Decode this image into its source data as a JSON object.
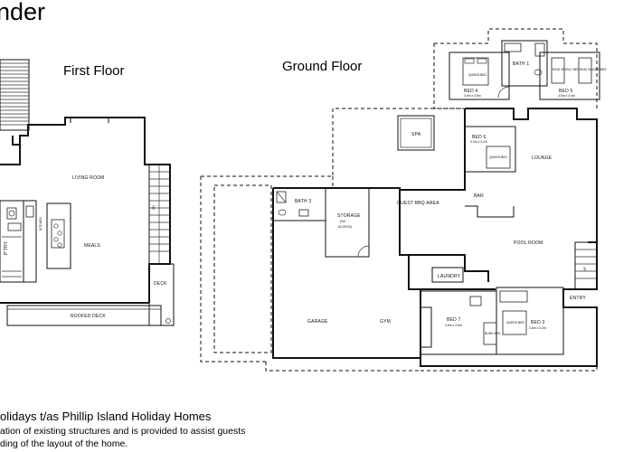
{
  "header": {
    "title_fragment": "nder"
  },
  "floors": {
    "first_floor_title": "First Floor",
    "ground_floor_title": "Ground Floor"
  },
  "first_floor_rooms": {
    "living_room": "LIVING ROOM",
    "meals": "MEALS",
    "kitchen": "KITCHEN",
    "pantry": "P'TRY",
    "deck": "DECK",
    "roofed_deck": "ROOFED DECK",
    "stair": "DN"
  },
  "ground_floor_rooms": {
    "bath3": "BATH 3",
    "storage_1": "STORAGE",
    "storage_2": "(NO",
    "storage_3": "ACCESS)",
    "guest_bbq": "GUEST BBQ AREA",
    "spa": "SPA",
    "bar": "BAR",
    "pool_room": "POOL ROOM",
    "lounge": "LOUNGE",
    "laundry": "LAUNDRY",
    "entry": "ENTRY",
    "garage": "GARAGE",
    "gym": "GYM",
    "bath1": "BATH 1",
    "bed4": "BED 4",
    "bed4_size": "3.6m x 3.6m",
    "bed5": "BED 5",
    "bed5_size": "3.5m x 3.4m",
    "bed6": "BED 6",
    "bed6_size": "3.2m x 3.2m",
    "bed7": "BED 7",
    "bed7_size": "4.9m x 3.5m",
    "bed3": "BED 3",
    "bed3_size": "3.6m x 3.2m",
    "queen_bed": "QUEEN BED",
    "king_single": "KING SINGLE BED",
    "bunk_bed": "BUNK BED",
    "up": "UP"
  },
  "caption": {
    "line1": "olidays t/as Phillip Island Holiday Homes",
    "line2": "ation of existing structures and is provided to assist guests",
    "line3": "ding of the layout of the home.",
    "line4": ""
  }
}
